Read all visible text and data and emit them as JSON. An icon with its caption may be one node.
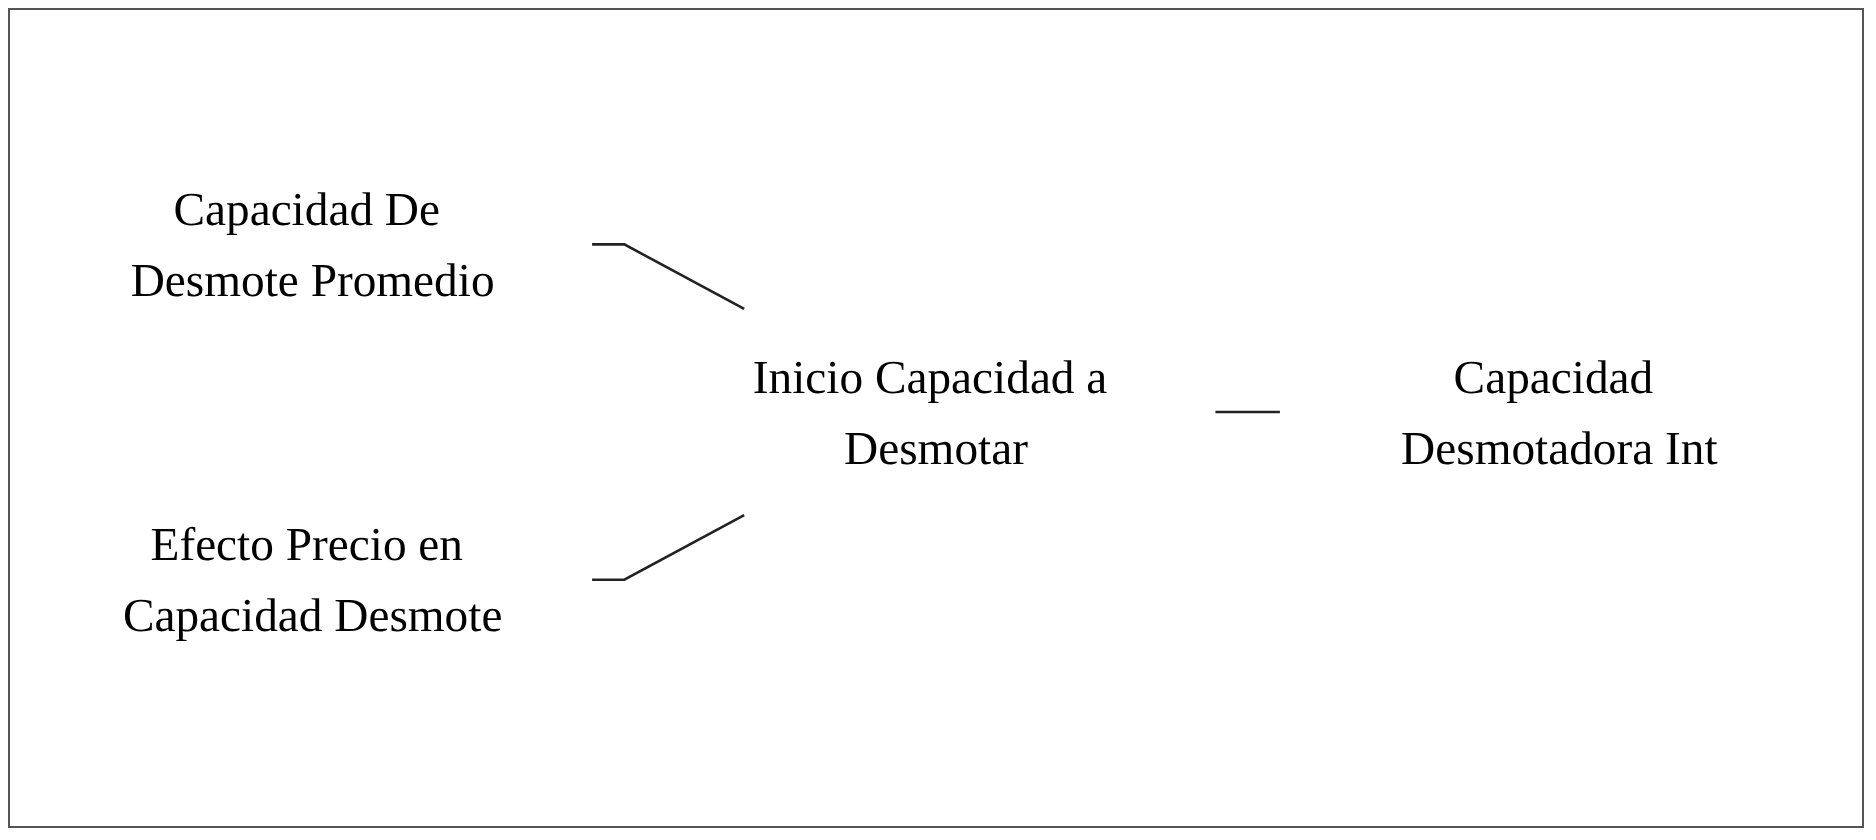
{
  "diagram": {
    "nodes": [
      {
        "text": [
          "Capacidad De Desmote Promedio"
        ]
      },
      {
        "text": [
          "Efecto Precio en Capacidad Desmote"
        ]
      },
      {
        "text": [
          "Inicio Capacidad a Desmotar"
        ]
      },
      {
        "text": [
          "Capacidad Desmotadora Int"
        ]
      }
    ],
    "edges": [
      {
        "from": 0,
        "to": 2,
        "arrow": "none"
      },
      {
        "from": 1,
        "to": 2,
        "arrow": "none"
      },
      {
        "from": 2,
        "to": 3,
        "arrow": "none"
      }
    ]
  }
}
